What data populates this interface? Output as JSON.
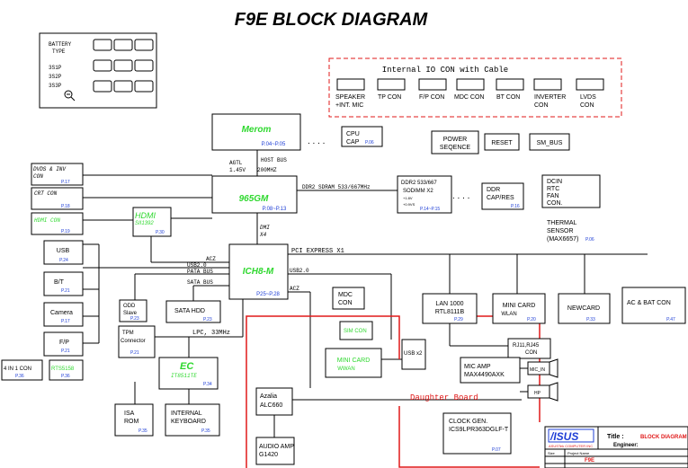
{
  "title": "F9E  BLOCK DIAGRAM",
  "battery": {
    "label1": "BATTERY",
    "label2": "TYPE",
    "types": [
      "3S1P",
      "3S2P",
      "3S3P"
    ]
  },
  "internal_io": {
    "title": "Internal IO CON with Cable",
    "items": [
      "SPEAKER",
      "+INT. MIC",
      "TP CON",
      "F/P CON",
      "MDC CON",
      "BT CON",
      "INVERTER",
      "CON",
      "LVDS",
      "CON"
    ]
  },
  "cpu": {
    "name": "Merom",
    "page": "P.04~P.05"
  },
  "cpu_cap": {
    "line1": "CPU",
    "line2": "CAP",
    "page": "P.06"
  },
  "power": {
    "seq1": "POWER",
    "seq2": "SEQENCE",
    "reset": "RESET",
    "smbus": "SM_BUS"
  },
  "agtl": {
    "l1": "AGTL",
    "l2": "1.45V",
    "l3": "200MHZ",
    "host_bus": "HOST BUS"
  },
  "nb": {
    "name": "965GM",
    "page": "P.08~P.13"
  },
  "ddr_bus": "DDR2 SDRAM 533/667MHz",
  "sodimm": {
    "l1": "DDR2 533/667",
    "l2": "SODIMM X2",
    "l3": "+1.8V",
    "l4": "+0.9VS",
    "page": "P.14~P.15"
  },
  "ddr_cap": {
    "l1": "DDR",
    "l2": "CAP/RES",
    "page": "P.16"
  },
  "dcin": [
    "DCIN",
    "RTC",
    "FAN",
    "CON."
  ],
  "thermal": {
    "l1": "THERMAL",
    "l2": "SENSOR",
    "l3": "(MAX6657)",
    "page": "P.06"
  },
  "dvds": {
    "l1": "DVDS & INV",
    "l2": "CON",
    "page": "P.17"
  },
  "crt": {
    "name": "CRT CON",
    "page": "P.18"
  },
  "hdmi_con": {
    "name": "HDMI CON",
    "page": "P.19"
  },
  "hdmi": {
    "name": "HDMI",
    "chip": "SII1392",
    "page": "P.30"
  },
  "dmi": {
    "l1": "DMI",
    "l2": "X4"
  },
  "sb": {
    "name": "ICH8-M",
    "page": "P25~P.28"
  },
  "pcie": "PCI EXPRESS X1",
  "buses": {
    "acz": "ACZ",
    "usb20": "USB2.0",
    "pata": "PATA BUS",
    "sata": "SATA BUS",
    "usb20b": "USB2.0",
    "acz2": "ACZ",
    "lpc": "LPC, 33MHz"
  },
  "usb": {
    "name": "USB",
    "page": "P.24"
  },
  "bt": {
    "name": "B/T",
    "page": "P.21"
  },
  "camera": {
    "name": "Camera",
    "page": "P.17"
  },
  "fp": {
    "name": "F/P",
    "page": "P.21"
  },
  "card_reader": {
    "name": "RTS5158",
    "page": "P.36"
  },
  "four_in_one": {
    "name": "4 IN 1 CON",
    "page": "P.36"
  },
  "odd": {
    "l1": "ODD",
    "l2": "Slave",
    "page": "P.23"
  },
  "sata_hdd": {
    "name": "SATA HDD",
    "page": "P.23"
  },
  "mdc_con": {
    "l1": "MDC",
    "l2": "CON"
  },
  "lan": {
    "l1": "LAN 1000",
    "l2": "RTL8111B",
    "page": "P.29"
  },
  "minicard_wlan": {
    "l1": "MINI CARD",
    "l2": "WLAN",
    "page": "P.20"
  },
  "newcard": {
    "name": "NEWCARD",
    "page": "P.33"
  },
  "ac_bat": {
    "name": "AC & BAT CON",
    "page": "P.47"
  },
  "tpm": {
    "l1": "TPM",
    "l2": "Connector",
    "page": "P.21"
  },
  "ec": {
    "name": "EC",
    "chip": "IT8511TE",
    "page": "P.34"
  },
  "sim": "SIM CON",
  "minicard_wwan": {
    "l1": "MINI CARD",
    "l2": "WWAN"
  },
  "usbx2": "USB x2",
  "rj": {
    "name": "RJ11,RJ45",
    "l2": "CON"
  },
  "mic_amp": {
    "l1": "MIC AMP",
    "l2": "MAX4490AXK"
  },
  "mic_in": "MIC_IN",
  "hp": "HP",
  "daughter": "Daughter Board",
  "azalia": {
    "l1": "Azalia",
    "l2": "ALC660"
  },
  "isa_rom": {
    "l1": "ISA",
    "l2": "ROM",
    "page": "P.35"
  },
  "kbd": {
    "l1": "INTERNAL",
    "l2": "KEYBOARD",
    "page": "P.35"
  },
  "clock": {
    "l1": "CLOCK GEN.",
    "l2": "ICS9LPR363DGLF-T",
    "page": "P.07"
  },
  "audio_amp": {
    "l1": "AUDIO AMP",
    "l2": "G1420"
  },
  "title_block": {
    "logo": "/ISUS",
    "company": "ASUSTek COMPUTER INC",
    "title_label": "Title :",
    "title_value": "BLOCK DIAGRAM",
    "engineer_label": "Engineer:",
    "size_label": "Size",
    "project_label": "Project Name",
    "project": "F9E"
  },
  "colors": {
    "blue": "#1f3fd6",
    "green": "#2fd82f",
    "red": "#e01818"
  }
}
